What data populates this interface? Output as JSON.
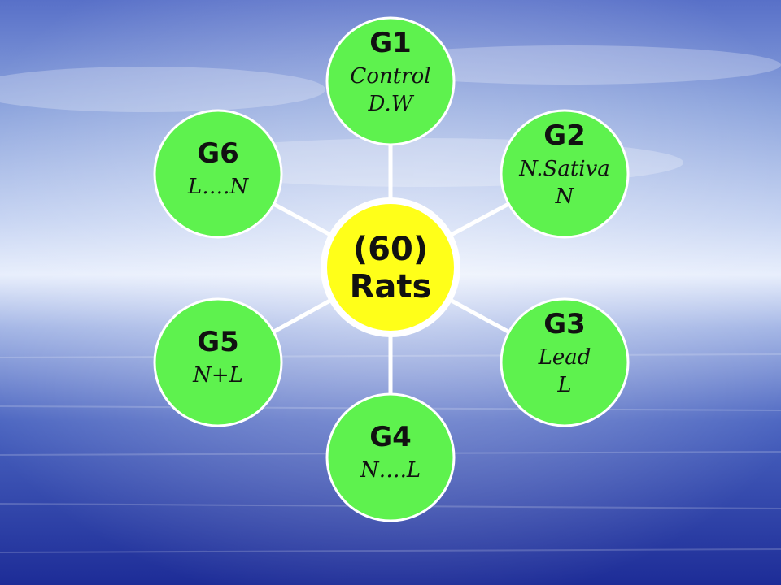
{
  "colors": {
    "node_fill": "#5ef24e",
    "center_fill": "#ffff19",
    "spoke": "#ffffff",
    "background_deep": "#1f2f9c",
    "background_light": "#dfe8ff"
  },
  "center": {
    "line1": "(60)",
    "line2": "Rats"
  },
  "groups": [
    {
      "code": "G1",
      "lines": [
        "Control",
        "D.W"
      ]
    },
    {
      "code": "G2",
      "lines": [
        "N.Sativa",
        "N"
      ]
    },
    {
      "code": "G3",
      "lines": [
        "Lead",
        "L"
      ]
    },
    {
      "code": "G4",
      "lines": [
        "N….L"
      ]
    },
    {
      "code": "G5",
      "lines": [
        "N+L"
      ]
    },
    {
      "code": "G6",
      "lines": [
        "L….N"
      ]
    }
  ]
}
